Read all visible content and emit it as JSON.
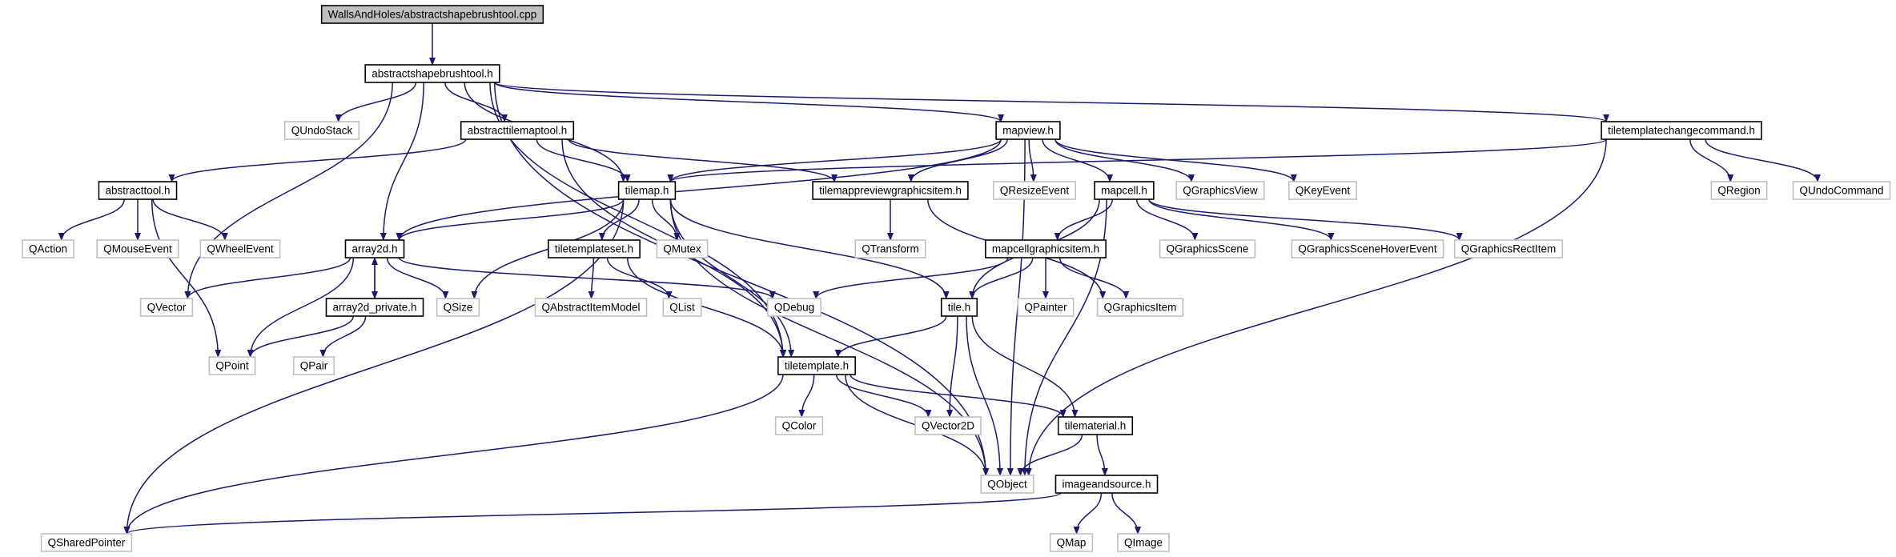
{
  "diagram": {
    "nodes": [
      {
        "id": "root",
        "label": "WallsAndHoles/abstractshapebrushtool.cpp",
        "style": "root"
      },
      {
        "id": "asbt",
        "label": "abstractshapebrushtool.h",
        "style": "file"
      },
      {
        "id": "qundostack",
        "label": "QUndoStack",
        "style": "external"
      },
      {
        "id": "atmt",
        "label": "abstracttilemaptool.h",
        "style": "file"
      },
      {
        "id": "mapview",
        "label": "mapview.h",
        "style": "file"
      },
      {
        "id": "ttcc",
        "label": "tiletemplatechangecommand.h",
        "style": "file"
      },
      {
        "id": "abstracttool",
        "label": "abstracttool.h",
        "style": "file"
      },
      {
        "id": "tilemap",
        "label": "tilemap.h",
        "style": "file"
      },
      {
        "id": "tmpgi",
        "label": "tilemappreviewgraphicsitem.h",
        "style": "file"
      },
      {
        "id": "qresizeevent",
        "label": "QResizeEvent",
        "style": "external"
      },
      {
        "id": "mapcell",
        "label": "mapcell.h",
        "style": "file"
      },
      {
        "id": "qgraphicsview",
        "label": "QGraphicsView",
        "style": "external"
      },
      {
        "id": "qkeyevent",
        "label": "QKeyEvent",
        "style": "external"
      },
      {
        "id": "qregion",
        "label": "QRegion",
        "style": "external"
      },
      {
        "id": "qundocommand",
        "label": "QUndoCommand",
        "style": "external"
      },
      {
        "id": "qaction",
        "label": "QAction",
        "style": "external"
      },
      {
        "id": "qmouseevent",
        "label": "QMouseEvent",
        "style": "external"
      },
      {
        "id": "qwheelevent",
        "label": "QWheelEvent",
        "style": "external"
      },
      {
        "id": "array2d",
        "label": "array2d.h",
        "style": "file"
      },
      {
        "id": "tiletemplateset",
        "label": "tiletemplateset.h",
        "style": "file"
      },
      {
        "id": "qmutex",
        "label": "QMutex",
        "style": "external"
      },
      {
        "id": "qtransform",
        "label": "QTransform",
        "style": "external"
      },
      {
        "id": "mcgi",
        "label": "mapcellgraphicsitem.h",
        "style": "file"
      },
      {
        "id": "qgraphicsscene",
        "label": "QGraphicsScene",
        "style": "external"
      },
      {
        "id": "qgshe",
        "label": "QGraphicsSceneHoverEvent",
        "style": "external"
      },
      {
        "id": "qgri",
        "label": "QGraphicsRectItem",
        "style": "external"
      },
      {
        "id": "qvector",
        "label": "QVector",
        "style": "external"
      },
      {
        "id": "qsize",
        "label": "QSize",
        "style": "external"
      },
      {
        "id": "a2dp",
        "label": "array2d_private.h",
        "style": "file"
      },
      {
        "id": "qaim",
        "label": "QAbstractItemModel",
        "style": "external"
      },
      {
        "id": "qlist",
        "label": "QList",
        "style": "external"
      },
      {
        "id": "qdebug",
        "label": "QDebug",
        "style": "external"
      },
      {
        "id": "tileh",
        "label": "tile.h",
        "style": "file"
      },
      {
        "id": "qpainter",
        "label": "QPainter",
        "style": "external"
      },
      {
        "id": "qgraphicsitem",
        "label": "QGraphicsItem",
        "style": "external"
      },
      {
        "id": "qpoint",
        "label": "QPoint",
        "style": "external"
      },
      {
        "id": "qpair",
        "label": "QPair",
        "style": "external"
      },
      {
        "id": "tiletemplate",
        "label": "tiletemplate.h",
        "style": "file"
      },
      {
        "id": "qcolor",
        "label": "QColor",
        "style": "external"
      },
      {
        "id": "qvector2d",
        "label": "QVector2D",
        "style": "external"
      },
      {
        "id": "tilematerial",
        "label": "tilematerial.h",
        "style": "file"
      },
      {
        "id": "qobject",
        "label": "QObject",
        "style": "external"
      },
      {
        "id": "imageandsource",
        "label": "imageandsource.h",
        "style": "file"
      },
      {
        "id": "qsharedpointer",
        "label": "QSharedPointer",
        "style": "external"
      },
      {
        "id": "qmap",
        "label": "QMap",
        "style": "external"
      },
      {
        "id": "qimage",
        "label": "QImage",
        "style": "external"
      }
    ],
    "colors": {
      "edge": "#191970",
      "file_border": "#000000",
      "external_border": "#bfbfbf",
      "root_fill": "#bfbfbf",
      "text": "#000000"
    }
  }
}
